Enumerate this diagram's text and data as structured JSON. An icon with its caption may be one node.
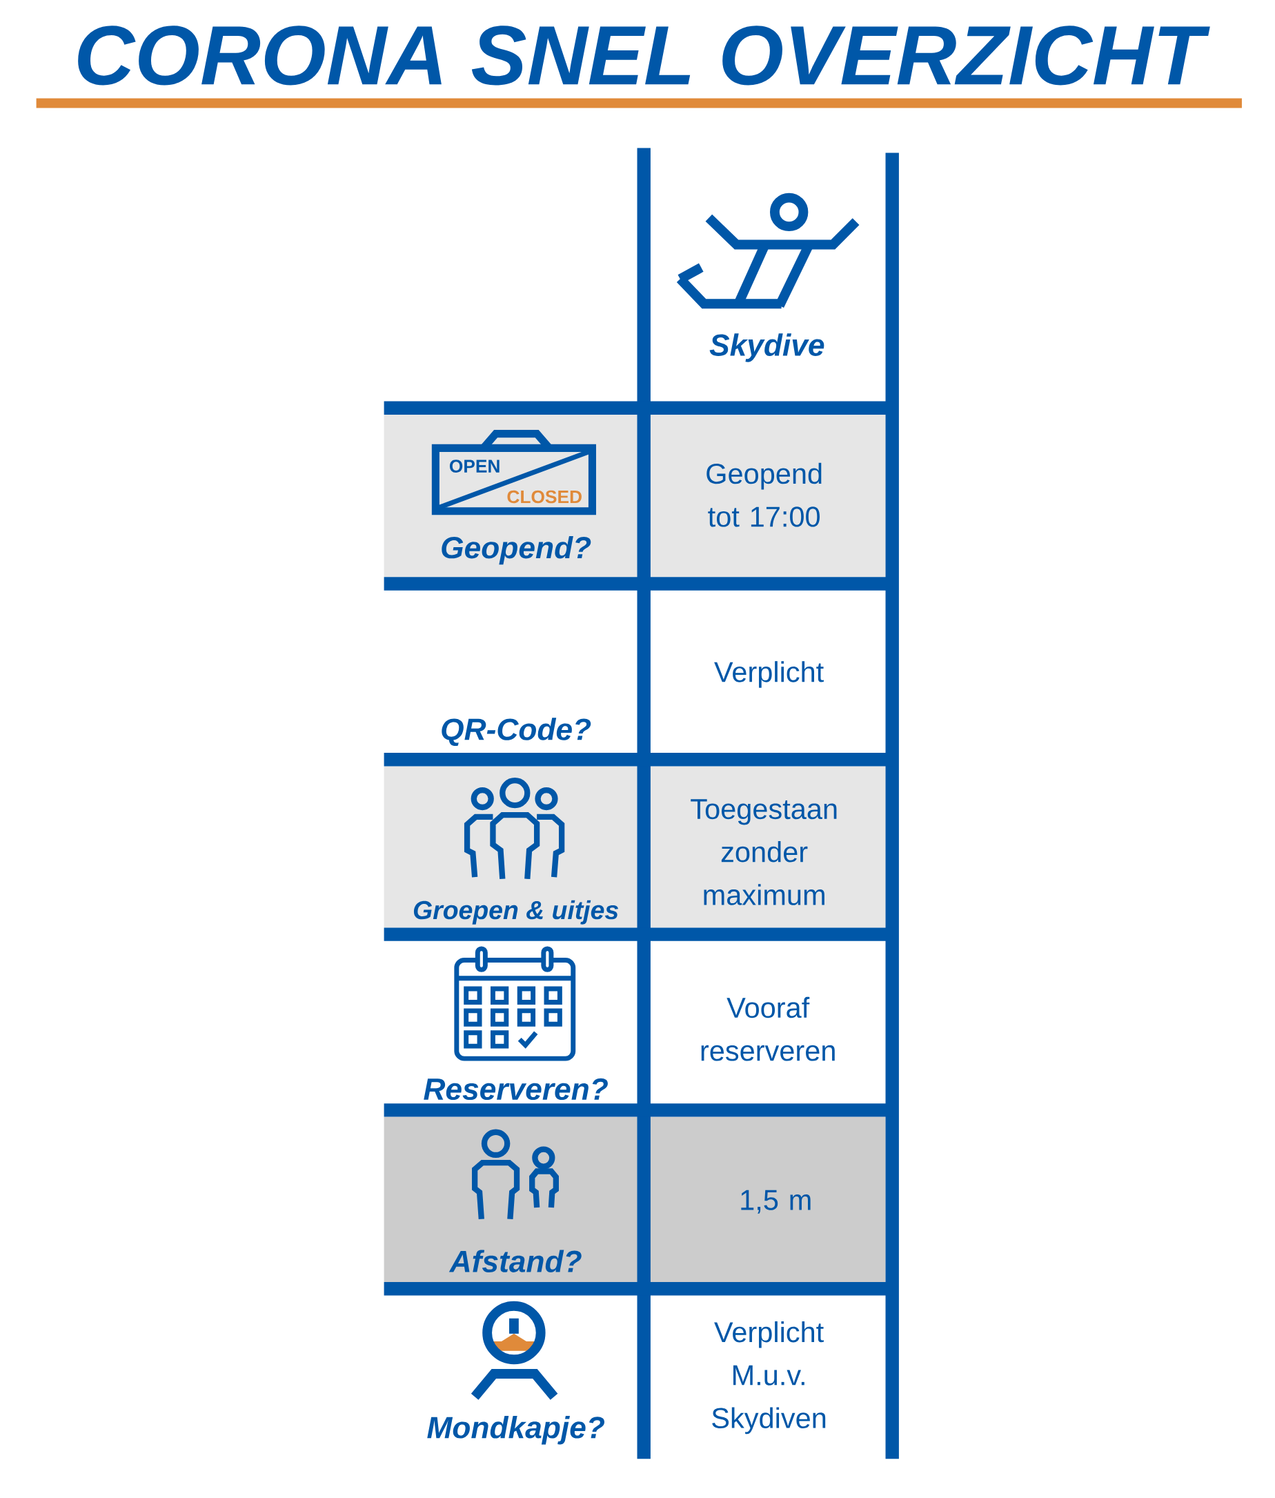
{
  "diagram": {
    "title": "CORONA SNEL OVERZICHT",
    "labels": [
      "Skydive",
      "OPEN",
      "CLOSED",
      "Geopend?",
      "Geopend tot 17:00",
      "QR-Code?",
      "Verplicht",
      "Groepen & uitjes",
      "Toegestaan zonder maximum",
      "Reserveren?",
      "Vooraf reserveren",
      "Afstand?",
      "1,5 m",
      "Mondkapje?",
      "Verplicht M.u.v. Skydiven"
    ]
  }
}
